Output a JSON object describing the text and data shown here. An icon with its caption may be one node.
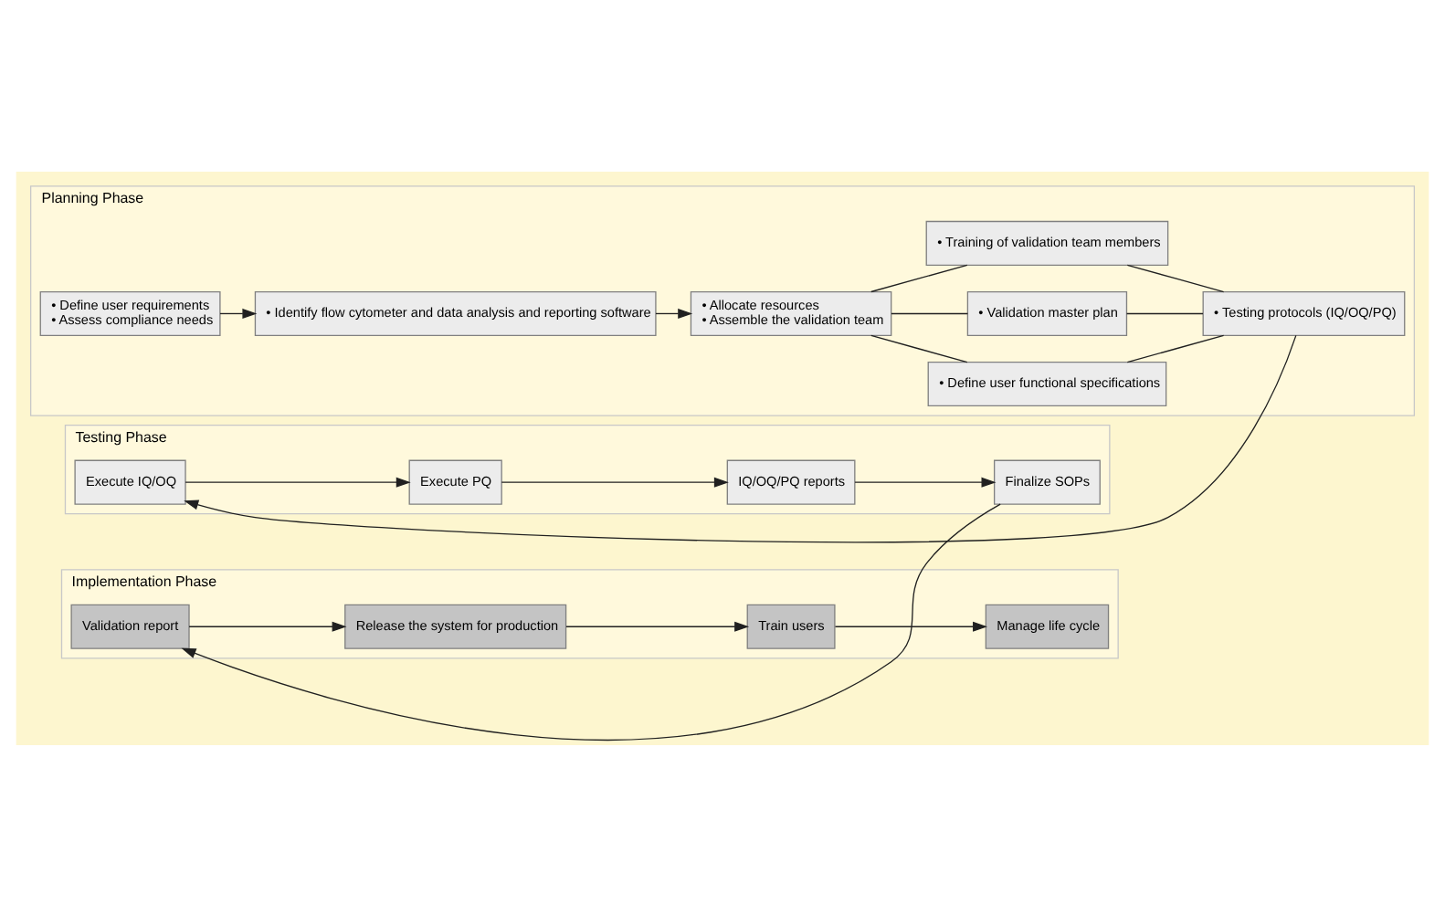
{
  "diagram": {
    "nodes": [
      {
        "text": [
          "Planning Phase"
        ]
      },
      {
        "text": [
          "• Define user requirements",
          "• Assess compliance needs"
        ],
        "in": 0
      },
      {
        "text": [
          "• Identify flow cytometer and data analysis and reporting software"
        ],
        "in": 0
      },
      {
        "text": [
          "• Allocate resources",
          "• Assemble the validation team"
        ],
        "in": 0
      },
      {
        "text": [
          "• Define user functional specifications"
        ],
        "in": 0
      },
      {
        "text": [
          "• Validation master plan"
        ],
        "in": 0
      },
      {
        "text": [
          "• Training of validation team members"
        ],
        "in": 0
      },
      {
        "text": [
          "• Testing protocols (IQ/OQ/PQ)"
        ],
        "in": 0
      },
      {
        "text": [
          "Testing Phase"
        ]
      },
      {
        "text": [
          "Execute IQ/OQ"
        ],
        "in": 8
      },
      {
        "text": [
          "Execute PQ"
        ],
        "in": 8
      },
      {
        "text": [
          "IQ/OQ/PQ reports"
        ],
        "in": 8
      },
      {
        "text": [
          "Finalize SOPs"
        ],
        "in": 8
      },
      {
        "text": [
          "Implementation Phase"
        ]
      },
      {
        "text": [
          "Validation report"
        ],
        "in": 13
      },
      {
        "text": [
          "Release the system for production"
        ],
        "in": 13
      },
      {
        "text": [
          "Train users"
        ],
        "in": 13
      },
      {
        "text": [
          "Manage life cycle"
        ],
        "in": 13
      }
    ],
    "edges": [
      {
        "from": 1,
        "to": 2,
        "arrow": "to"
      },
      {
        "from": 2,
        "to": 3,
        "arrow": "to"
      },
      {
        "from": 3,
        "to": 4,
        "arrow": "none"
      },
      {
        "from": 3,
        "to": 5,
        "arrow": "none"
      },
      {
        "from": 3,
        "to": 6,
        "arrow": "none"
      },
      {
        "from": 4,
        "to": 7,
        "arrow": "none"
      },
      {
        "from": 5,
        "to": 7,
        "arrow": "none"
      },
      {
        "from": 6,
        "to": 7,
        "arrow": "none"
      },
      {
        "from": 7,
        "to": 9,
        "arrow": "to"
      },
      {
        "from": 9,
        "to": 10,
        "arrow": "to"
      },
      {
        "from": 10,
        "to": 11,
        "arrow": "to"
      },
      {
        "from": 11,
        "to": 12,
        "arrow": "to"
      },
      {
        "from": 12,
        "to": 14,
        "arrow": "to"
      },
      {
        "from": 14,
        "to": 15,
        "arrow": "to"
      },
      {
        "from": 15,
        "to": 16,
        "arrow": "to"
      },
      {
        "from": 16,
        "to": 17,
        "arrow": "to"
      }
    ]
  }
}
